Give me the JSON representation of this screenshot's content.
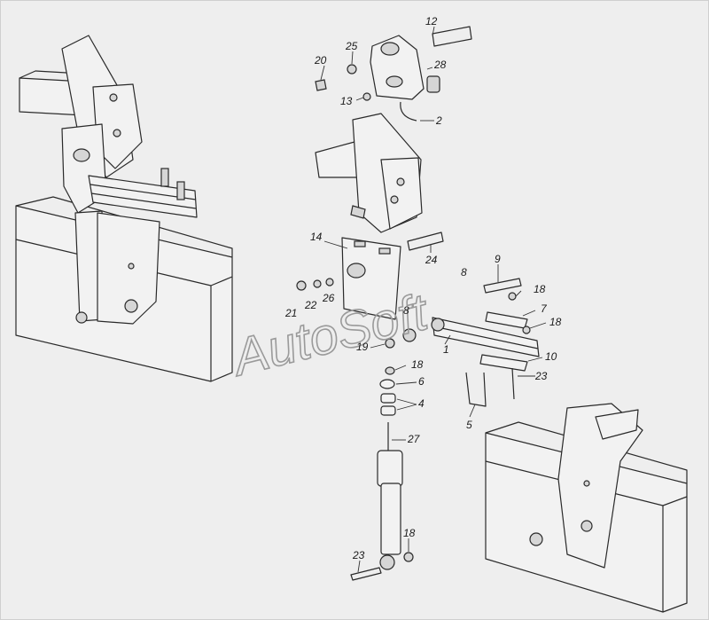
{
  "diagram": {
    "watermark": "AutoSoft",
    "callouts": [
      {
        "id": "c12",
        "label": "12"
      },
      {
        "id": "c25",
        "label": "25"
      },
      {
        "id": "c20",
        "label": "20"
      },
      {
        "id": "c28",
        "label": "28"
      },
      {
        "id": "c13",
        "label": "13"
      },
      {
        "id": "c2",
        "label": "2"
      },
      {
        "id": "c14",
        "label": "14"
      },
      {
        "id": "c24",
        "label": "24"
      },
      {
        "id": "c9",
        "label": "9"
      },
      {
        "id": "c8a",
        "label": "8"
      },
      {
        "id": "c18a",
        "label": "18"
      },
      {
        "id": "c21",
        "label": "21"
      },
      {
        "id": "c22",
        "label": "22"
      },
      {
        "id": "c26",
        "label": "26"
      },
      {
        "id": "c8b",
        "label": "8"
      },
      {
        "id": "c7",
        "label": "7"
      },
      {
        "id": "c18b",
        "label": "18"
      },
      {
        "id": "c19",
        "label": "19"
      },
      {
        "id": "c1",
        "label": "1"
      },
      {
        "id": "c10",
        "label": "10"
      },
      {
        "id": "c18c",
        "label": "18"
      },
      {
        "id": "c23a",
        "label": "23"
      },
      {
        "id": "c6",
        "label": "6"
      },
      {
        "id": "c4",
        "label": "4"
      },
      {
        "id": "c5",
        "label": "5"
      },
      {
        "id": "c27",
        "label": "27"
      },
      {
        "id": "c18d",
        "label": "18"
      },
      {
        "id": "c23b",
        "label": "23"
      }
    ]
  }
}
